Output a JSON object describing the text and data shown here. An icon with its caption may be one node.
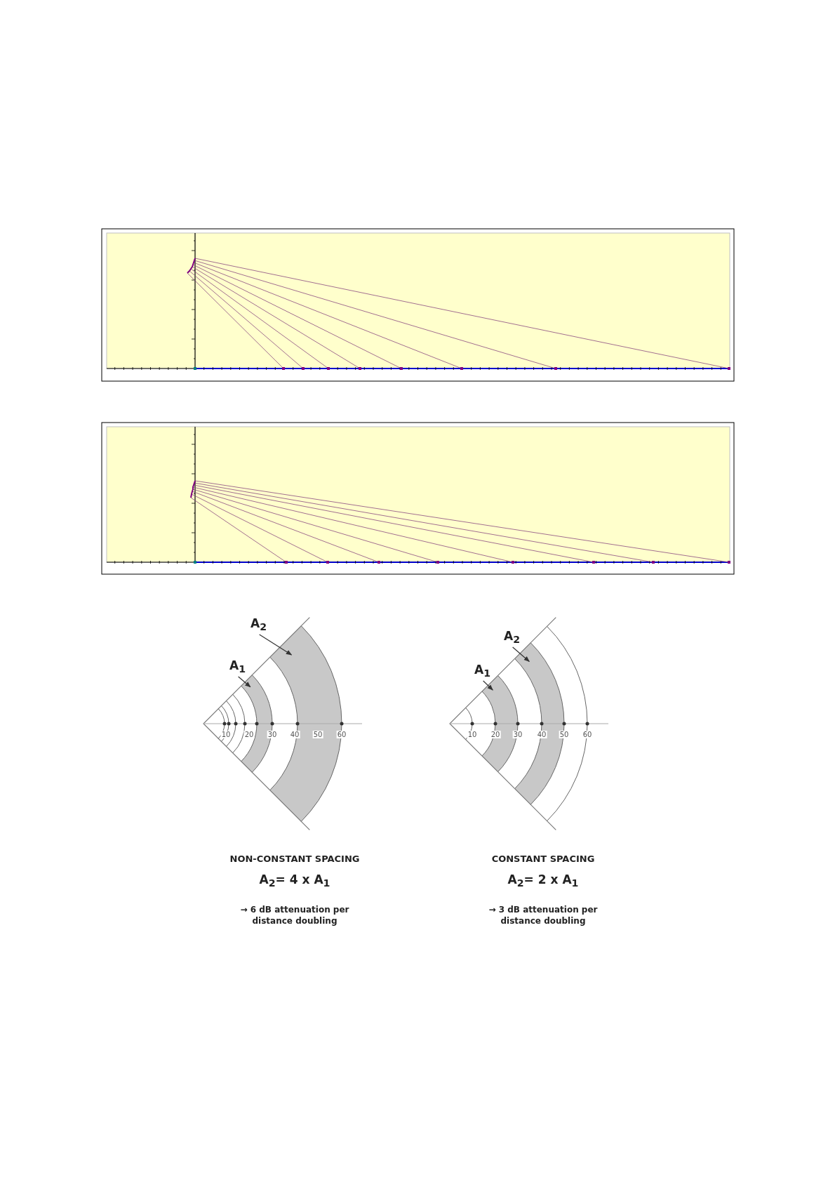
{
  "diagram": {
    "nodes": [
      {
        "text": [
          "A$_{1}$"
        ]
      },
      {
        "text": [],
        "shape": "band"
      },
      {
        "text": [
          "A$_{2}$"
        ]
      },
      {
        "text": [],
        "shape": "band"
      },
      {
        "text": [
          "A$_{1}$"
        ]
      },
      {
        "text": [],
        "shape": "band"
      },
      {
        "text": [
          "A$_{2}$"
        ]
      },
      {
        "text": [],
        "shape": "band"
      }
    ],
    "edges": [
      {
        "from": 0,
        "to": 1,
        "arrow": "to"
      },
      {
        "from": 2,
        "to": 3,
        "arrow": "to"
      },
      {
        "from": 4,
        "to": 5,
        "arrow": "to"
      },
      {
        "from": 6,
        "to": 7,
        "arrow": "to"
      }
    ],
    "labels": [
      "10",
      "20",
      "30",
      "40",
      "50",
      "60",
      "10",
      "20",
      "30",
      "40",
      "50",
      "60",
      "NON-CONSTANT SPACING",
      "CONSTANT SPACING",
      "A$_{2}$= 4 x A$_{1}$",
      "A$_{2}$= 2 x A$_{1}$",
      "→ 6 dB attenuation per distance doubling",
      "→ 3 dB attenuation per distance doubling"
    ]
  }
}
